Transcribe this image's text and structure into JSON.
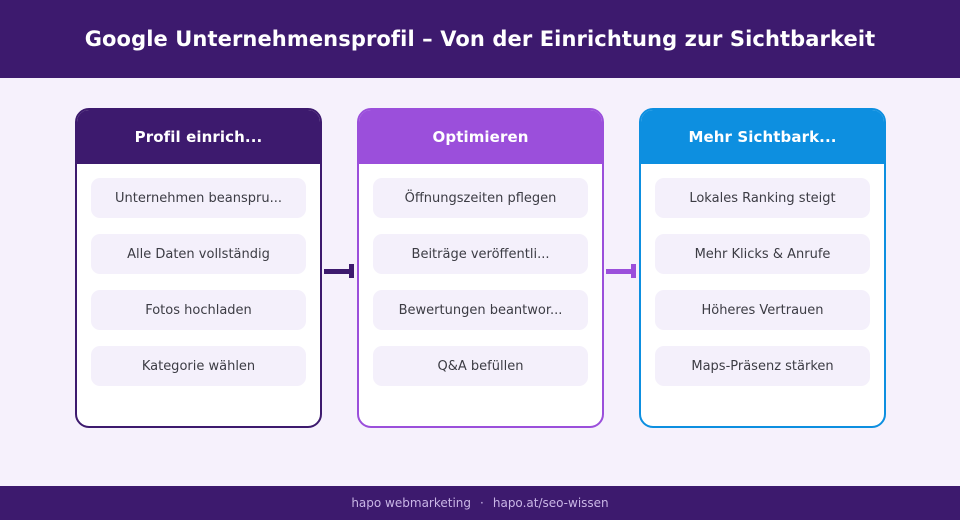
{
  "header": {
    "title": "Google Unternehmensprofil – Von der Einrichtung zur Sichtbarkeit",
    "background_color": "#3d1a6e",
    "text_color": "#ffffff"
  },
  "page": {
    "background_color": "#f6f1fc"
  },
  "cards": [
    {
      "title": "Profil einrich...",
      "accent_color": "#3d1a6e",
      "items": [
        "Unternehmen beanspru...",
        "Alle Daten vollständig",
        "Fotos hochladen",
        "Kategorie wählen"
      ]
    },
    {
      "title": "Optimieren",
      "accent_color": "#9b4fdb",
      "items": [
        "Öffnungszeiten pflegen",
        "Beiträge veröffentli...",
        "Bewertungen beantwor...",
        "Q&A befüllen"
      ]
    },
    {
      "title": "Mehr Sichtbark...",
      "accent_color": "#0d8fe0",
      "items": [
        "Lokales Ranking steigt",
        "Mehr Klicks & Anrufe",
        "Höheres Vertrauen",
        "Maps-Präsenz stärken"
      ]
    }
  ],
  "connectors": [
    {
      "color": "#3d1a6e",
      "from": "Profil einrich...",
      "to": "Optimieren"
    },
    {
      "color": "#9b4fdb",
      "from": "Optimieren",
      "to": "Mehr Sichtbark..."
    }
  ],
  "footer": {
    "brand": "hapo webmarketing",
    "separator": "·",
    "url": "hapo.at/seo-wissen",
    "background_color": "#3d1a6e",
    "text_color": "#c9b6e6"
  }
}
